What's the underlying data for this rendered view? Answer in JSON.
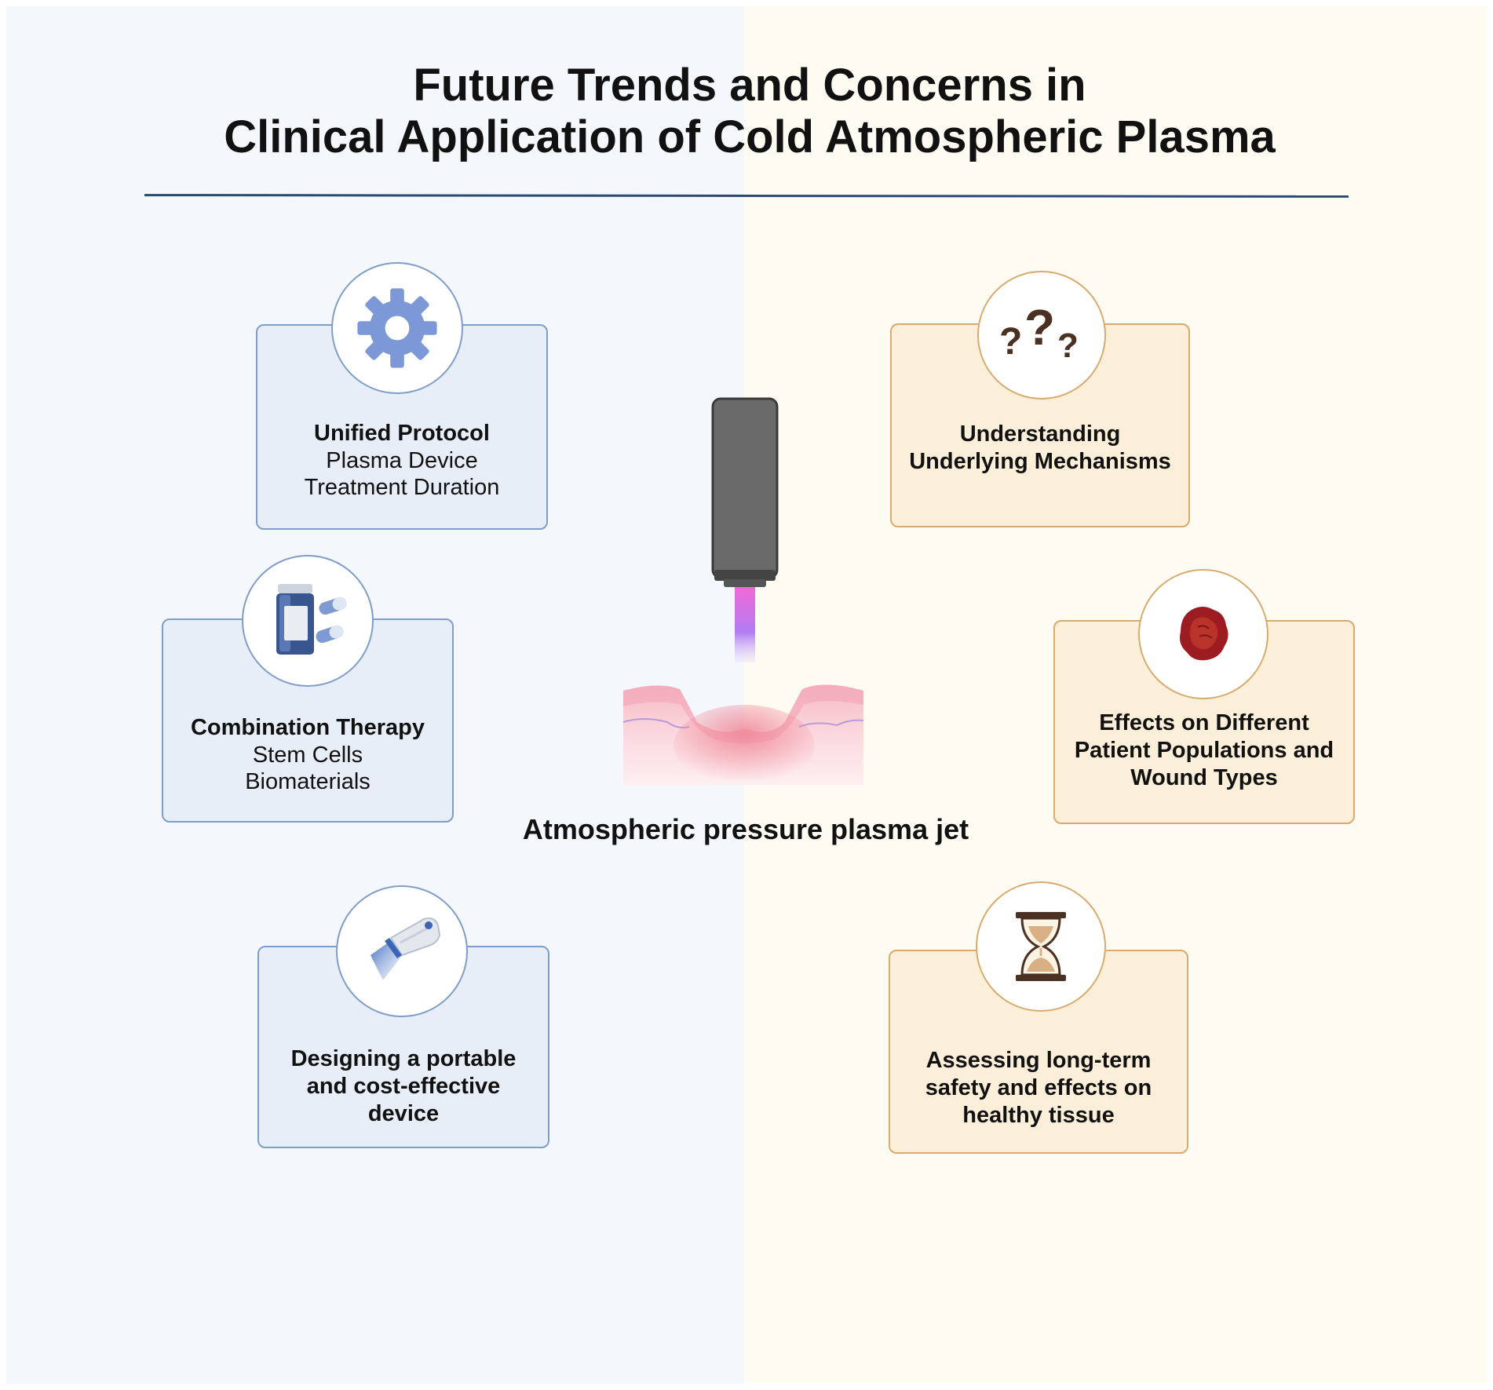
{
  "title": {
    "line1": "Future Trends and Concerns in",
    "line2": "Clinical Application of Cold Atmospheric Plasma"
  },
  "center": {
    "label": "Atmospheric pressure plasma jet",
    "icon": "plasma-jet-device-icon"
  },
  "colors": {
    "left_panel": "#f4f8fd",
    "right_panel": "#fefbf2",
    "blue_card": "#e7eef8",
    "blue_border": "#7f9dc9",
    "orange_card": "#fcefd9",
    "orange_border": "#d9aa6e",
    "title_rule": "#2b4a73"
  },
  "trends": [
    {
      "heading": "Unified Protocol",
      "lines": [
        "Plasma Device",
        "Treatment Duration"
      ],
      "icon": "gear-icon"
    },
    {
      "heading": "Combination Therapy",
      "lines": [
        "Stem Cells",
        "Biomaterials"
      ],
      "icon": "medicine-bottle-icon"
    },
    {
      "heading": "Designing a portable",
      "lines": [
        "and cost-effective",
        "device"
      ],
      "icon": "portable-device-icon"
    }
  ],
  "concerns": [
    {
      "heading": "Understanding",
      "lines": [
        "Underlying Mechanisms"
      ],
      "icon": "question-marks-icon"
    },
    {
      "heading": "Effects on Different",
      "lines": [
        "Patient Populations and",
        "Wound Types"
      ],
      "icon": "wound-icon"
    },
    {
      "heading": "Assessing long-term",
      "lines": [
        "safety and effects on",
        "healthy tissue"
      ],
      "icon": "hourglass-icon"
    }
  ]
}
